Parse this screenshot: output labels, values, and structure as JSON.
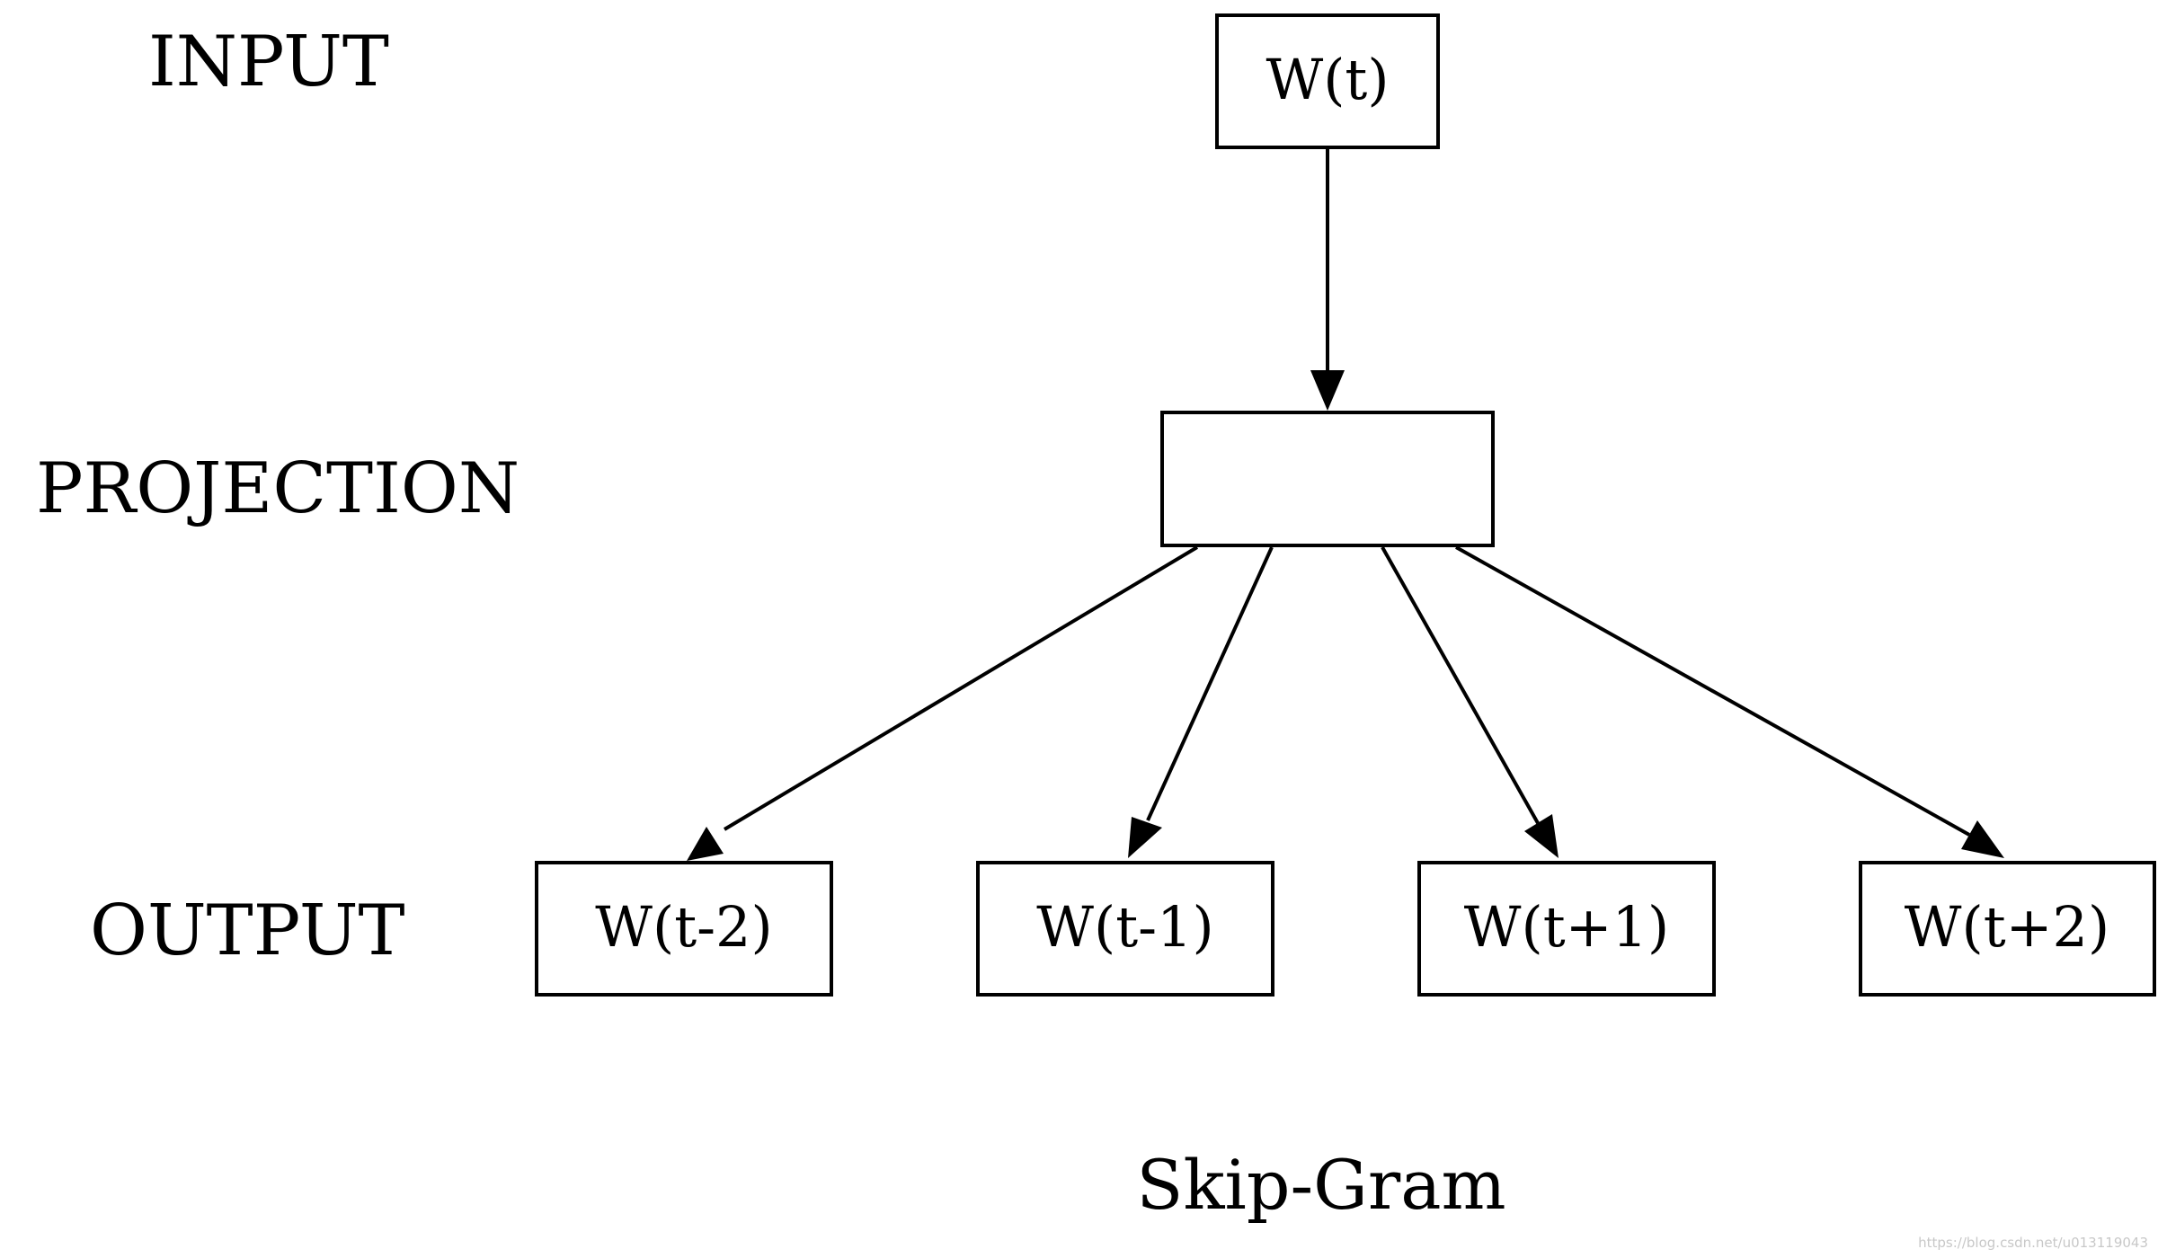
{
  "layers": {
    "input": "INPUT",
    "projection": "PROJECTION",
    "output": "OUTPUT"
  },
  "nodes": {
    "input_word": "W(t)",
    "projection_label": "",
    "outputs": [
      "W(t-2)",
      "W(t-1)",
      "W(t+1)",
      "W(t+2)"
    ]
  },
  "caption": "Skip-Gram",
  "watermark": "https://blog.csdn.net/u013119043",
  "colors": {
    "background": "#ffffff",
    "stroke": "#000000",
    "watermark": "#c8c8c8"
  }
}
